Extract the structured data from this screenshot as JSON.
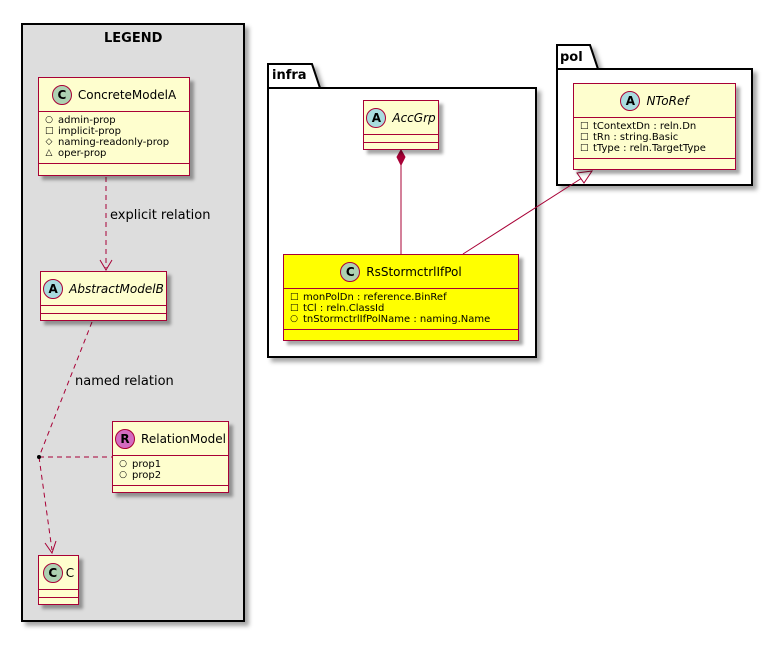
{
  "legend": {
    "title": "LEGEND",
    "concrete": {
      "stereo": "C",
      "name": "ConcreteModelA",
      "attrs": [
        {
          "vis": "○",
          "text": "admin-prop"
        },
        {
          "vis": "□",
          "text": "implicit-prop"
        },
        {
          "vis": "◇",
          "text": "naming-readonly-prop"
        },
        {
          "vis": "△",
          "text": "oper-prop"
        }
      ]
    },
    "abstract": {
      "stereo": "A",
      "name": "AbstractModelB"
    },
    "relation_model": {
      "stereo": "R",
      "name": "RelationModel",
      "attrs": [
        {
          "vis": "○",
          "text": "prop1"
        },
        {
          "vis": "○",
          "text": "prop2"
        }
      ]
    },
    "c_class": {
      "stereo": "C",
      "name": "C"
    },
    "explicit_label": "explicit relation",
    "named_label": "named relation"
  },
  "infra": {
    "name": "infra",
    "accgrp": {
      "stereo": "A",
      "name": "AccGrp"
    },
    "rs": {
      "stereo": "C",
      "name": "RsStormctrlIfPol",
      "attrs": [
        {
          "vis": "□",
          "text": "monPolDn : reference.BinRef"
        },
        {
          "vis": "□",
          "text": "tCl : reln.ClassId"
        },
        {
          "vis": "○",
          "text": "tnStormctrlIfPolName : naming.Name"
        }
      ]
    }
  },
  "pol": {
    "name": "pol",
    "ntoref": {
      "stereo": "A",
      "name": "NToRef",
      "attrs": [
        {
          "vis": "□",
          "text": "tContextDn : reln.Dn"
        },
        {
          "vis": "□",
          "text": "tRn : string.Basic"
        },
        {
          "vis": "□",
          "text": "tType : reln.TargetType"
        }
      ]
    }
  }
}
